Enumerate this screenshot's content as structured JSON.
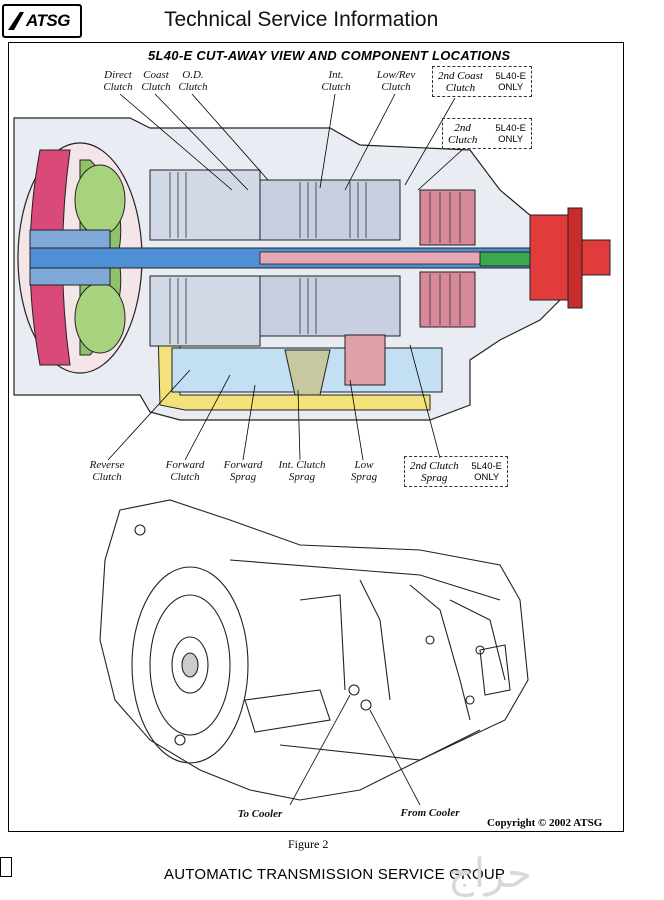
{
  "logo": {
    "text": "ATSG"
  },
  "header": {
    "title": "Technical Service Information"
  },
  "figure": {
    "title": "5L40-E CUT-AWAY VIEW AND COMPONENT LOCATIONS",
    "top_labels": [
      {
        "l1": "Direct",
        "l2": "Clutch"
      },
      {
        "l1": "Coast",
        "l2": "Clutch"
      },
      {
        "l1": "O.D.",
        "l2": "Clutch"
      },
      {
        "l1": "Int.",
        "l2": "Clutch"
      },
      {
        "l1": "Low/Rev",
        "l2": "Clutch"
      }
    ],
    "notes": [
      {
        "l1": "2nd Coast",
        "l2": "Clutch",
        "m1": "5L40-E",
        "m2": "ONLY"
      },
      {
        "l1": "2nd",
        "l2": "Clutch",
        "m1": "5L40-E",
        "m2": "ONLY"
      },
      {
        "l1": "2nd Clutch",
        "l2": "Sprag",
        "m1": "5L40-E",
        "m2": "ONLY"
      }
    ],
    "bottom_labels": [
      {
        "l1": "Reverse",
        "l2": "Clutch"
      },
      {
        "l1": "Forward",
        "l2": "Clutch"
      },
      {
        "l1": "Forward",
        "l2": "Sprag"
      },
      {
        "l1": "Int. Clutch",
        "l2": "Sprag"
      },
      {
        "l1": "Low",
        "l2": "Sprag"
      }
    ],
    "to_cooler": "To Cooler",
    "from_cooler": "From Cooler",
    "copyright": "Copyright © 2002 ATSG",
    "caption": "Figure 2"
  },
  "footer": {
    "text": "AUTOMATIC TRANSMISSION SERVICE GROUP"
  },
  "watermark": {
    "text": "حراج"
  }
}
